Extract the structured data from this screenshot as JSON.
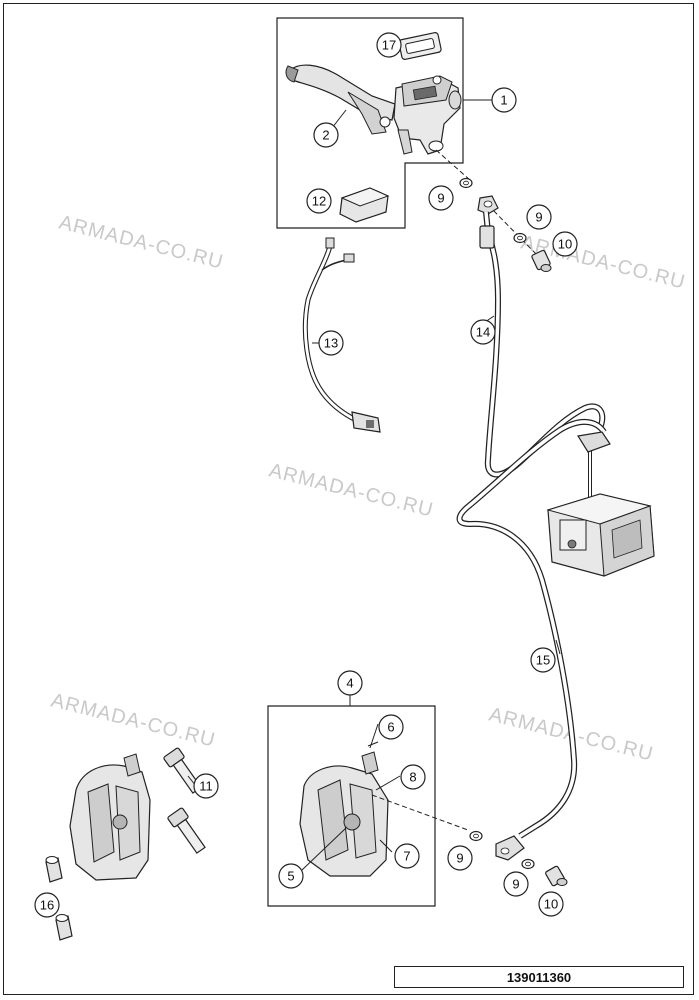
{
  "watermark_text": "ARMADA-CO.RU",
  "document_number": "139011360",
  "callouts": {
    "c1": "1",
    "c2": "2",
    "c4": "4",
    "c5": "5",
    "c6": "6",
    "c7": "7",
    "c8": "8",
    "c9a": "9",
    "c9b": "9",
    "c9c": "9",
    "c9d": "9",
    "c10a": "10",
    "c10b": "10",
    "c11": "11",
    "c12": "12",
    "c13": "13",
    "c14": "14",
    "c15": "15",
    "c16": "16",
    "c17": "17"
  },
  "colors": {
    "line": "#222222",
    "part_fill": "#e4e4e4",
    "part_dark": "#8a8a8a",
    "watermark": "#c9c9c9"
  }
}
